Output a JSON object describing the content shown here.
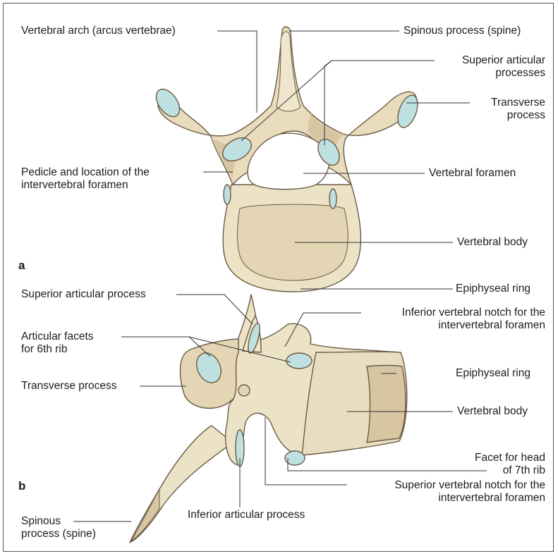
{
  "panels": {
    "a": "a",
    "b": "b"
  },
  "top": {
    "vertebral_arch": "Vertebral arch (arcus vertebrae)",
    "spinous_process": "Spinous process (spine)",
    "superior_articular_1": "Superior articular",
    "superior_articular_2": "processes",
    "transverse_1": "Transverse",
    "transverse_2": "process",
    "pedicle_1": "Pedicle and location of the",
    "pedicle_2": "intervertebral foramen",
    "vertebral_foramen": "Vertebral foramen",
    "vertebral_body": "Vertebral body",
    "epiphyseal_ring": "Epiphyseal ring"
  },
  "lateral": {
    "superior_articular_process": "Superior articular process",
    "inferior_notch_1": "Inferior vertebral notch for the",
    "inferior_notch_2": "intervertebral foramen",
    "articular_facets_1": "Articular facets",
    "articular_facets_2": "for 6th rib",
    "epiphyseal_ring": "Epiphyseal ring",
    "transverse_process": "Transverse process",
    "vertebral_body": "Vertebral body",
    "facet_head_1": "Facet for head",
    "facet_head_2": "of 7th rib",
    "superior_notch_1": "Superior vertebral notch for the",
    "superior_notch_2": "intervertebral foramen",
    "spinous_1": "Spinous",
    "spinous_2": "process (spine)",
    "inferior_articular": "Inferior articular process"
  },
  "colors": {
    "bone": "#ece2c6",
    "bone_shadow": "#d7c6a1",
    "bone_dark": "#c5b089",
    "cartilage": "#bfe0e1",
    "outline": "#6b5a45",
    "leader": "#333333"
  }
}
